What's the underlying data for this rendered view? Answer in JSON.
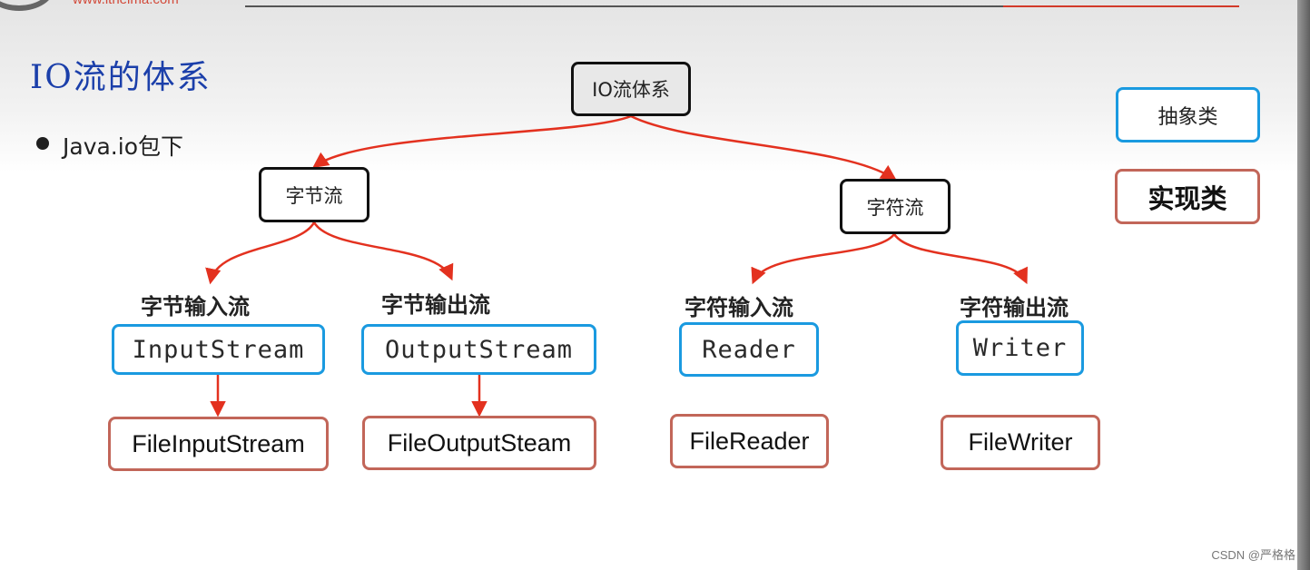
{
  "header": {
    "site_url": "www.itheima.com"
  },
  "slide": {
    "title": "IO流的体系",
    "bullet": "Java.io包下"
  },
  "diagram": {
    "root": "IO流体系",
    "byte_stream": {
      "label": "字节流",
      "input_category": "字节输入流",
      "input_abstract": "InputStream",
      "input_impl": "FileInputStream",
      "output_category": "字节输出流",
      "output_abstract": "OutputStream",
      "output_impl": "FileOutputSteam"
    },
    "char_stream": {
      "label": "字符流",
      "input_category": "字符输入流",
      "input_abstract": "Reader",
      "input_impl": "FileReader",
      "output_category": "字符输出流",
      "output_abstract": "Writer",
      "output_impl": "FileWriter"
    },
    "arrow_color": "#e3311f",
    "abstract_border_color": "#1a9ae0",
    "impl_border_color": "#c26659"
  },
  "legend": {
    "abstract_class": "抽象类",
    "concrete_class": "实现类"
  },
  "watermark": "CSDN @严格格"
}
